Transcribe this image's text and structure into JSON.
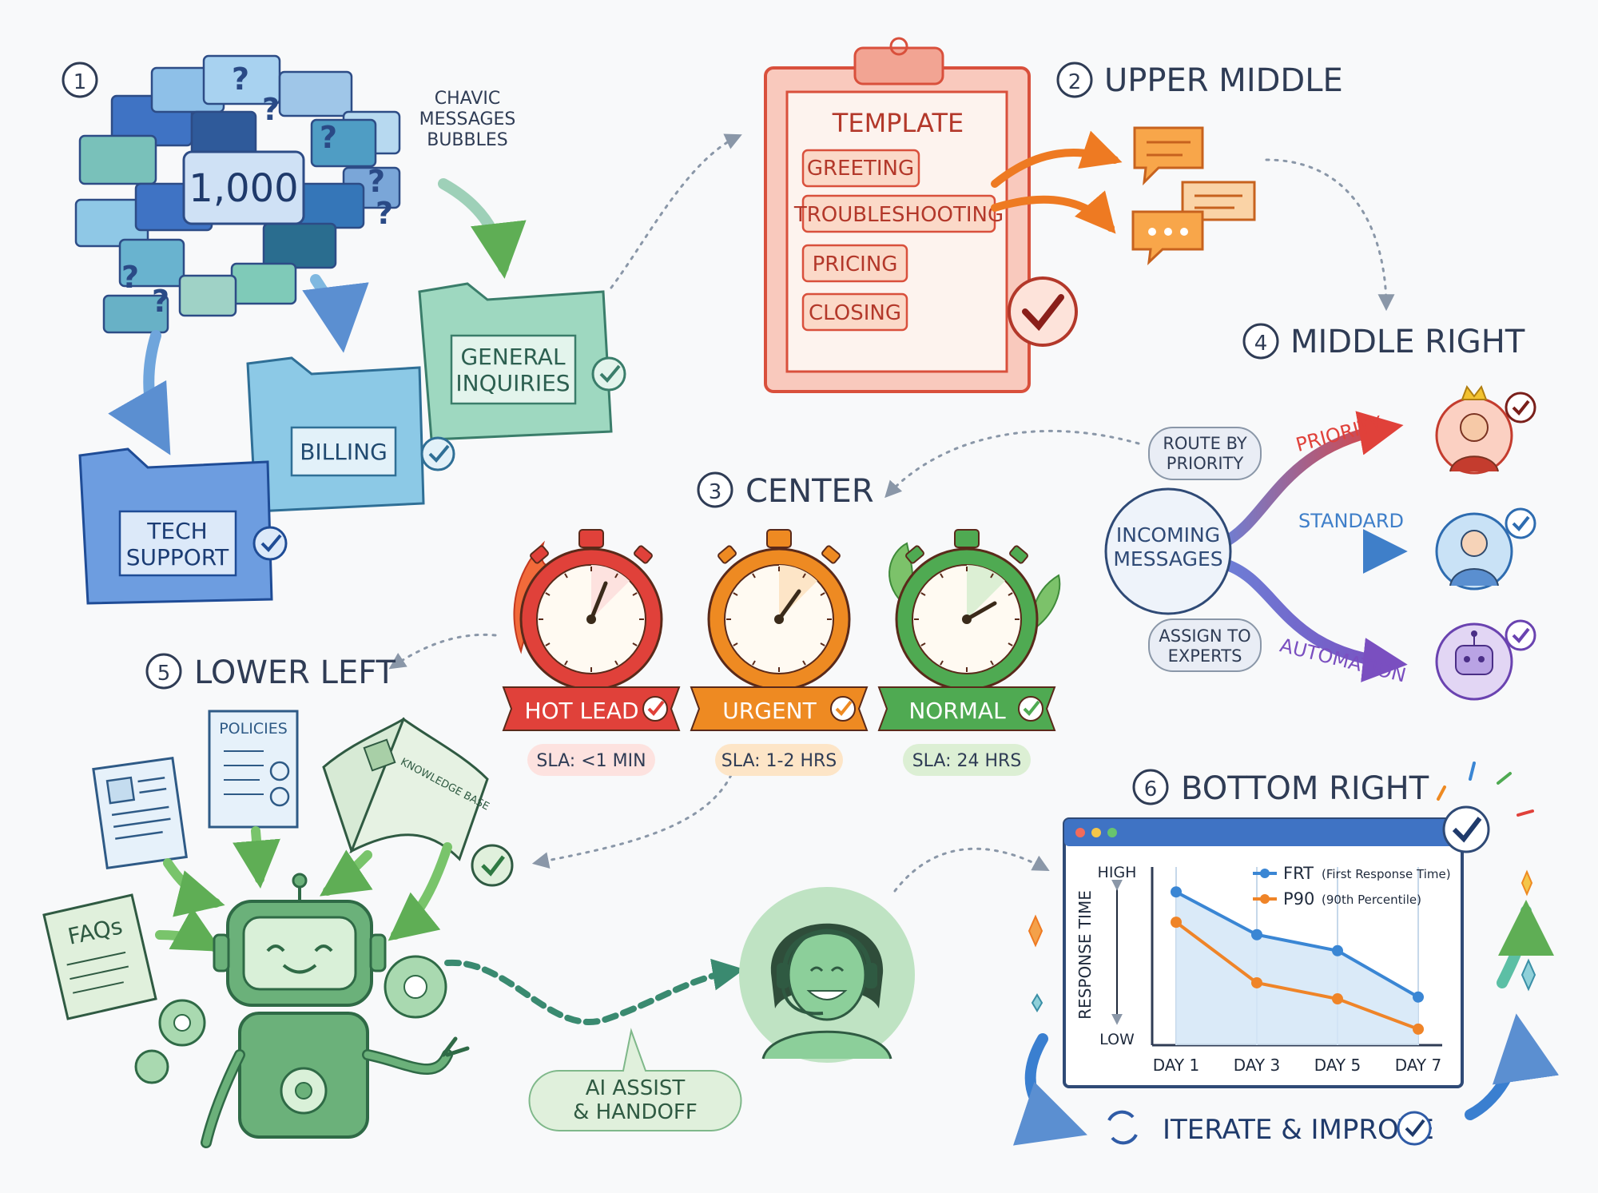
{
  "section1": {
    "number": "1",
    "chaos_label_lines": [
      "CHAVIC",
      "MESSAGES",
      "BUBBLES"
    ],
    "count_badge": "1,000",
    "folders": {
      "general_lines": [
        "GENERAL",
        "INQUIRIES"
      ],
      "billing": "BILLING",
      "tech_lines": [
        "TECH",
        "SUPPORT"
      ]
    }
  },
  "section2": {
    "number": "2",
    "title": "UPPER MIDDLE",
    "template_title": "TEMPLATE",
    "template_items": [
      "GREETING",
      "TROUBLESHOOTING",
      "PRICING",
      "CLOSING"
    ]
  },
  "section3": {
    "number": "3",
    "title": "CENTER",
    "timers": [
      {
        "label": "HOT LEAD",
        "sla": "SLA: <1 MIN",
        "color": "#e0413a",
        "light": "#fde2df"
      },
      {
        "label": "URGENT",
        "sla": "SLA: 1-2 HRS",
        "color": "#ee8a22",
        "light": "#fde5c7"
      },
      {
        "label": "NORMAL",
        "sla": "SLA: 24 HRS",
        "color": "#4faa52",
        "light": "#dcefd4"
      }
    ]
  },
  "section4": {
    "number": "4",
    "title": "MIDDLE RIGHT",
    "hub_lines": [
      "INCOMING",
      "MESSAGES"
    ],
    "route_label_lines": [
      "ROUTE BY",
      "PRIORITY"
    ],
    "assign_label_lines": [
      "ASSIGN TO",
      "EXPERTS"
    ],
    "routes": [
      {
        "label": "PRIORITY",
        "color": "#e0413a"
      },
      {
        "label": "STANDARD",
        "color": "#3f7fc9"
      },
      {
        "label": "AUTOMATION",
        "color": "#7a4fc0"
      }
    ]
  },
  "section5": {
    "number": "5",
    "title": "LOWER LEFT",
    "sources": [
      "POLICIES",
      "KNOWLEDGE BASE",
      "FAQs"
    ],
    "handoff_lines": [
      "AI ASSIST",
      "& HANDOFF"
    ]
  },
  "section6": {
    "number": "6",
    "title": "BOTTOM RIGHT",
    "footer": "ITERATE & IMPROVE"
  },
  "chart_data": {
    "type": "line",
    "ylabel": "RESPONSE TIME",
    "y_high_label": "HIGH",
    "y_low_label": "LOW",
    "categories": [
      "DAY 1",
      "DAY 3",
      "DAY 5",
      "DAY 7"
    ],
    "ylim": [
      0,
      10
    ],
    "series": [
      {
        "name": "FRT",
        "legend_note": "(First Response Time)",
        "color": "#3a86d4",
        "values": [
          8.6,
          6.2,
          5.3,
          2.7
        ]
      },
      {
        "name": "P90",
        "legend_note": "(90th Percentile)",
        "color": "#ef8428",
        "values": [
          6.9,
          3.5,
          2.6,
          0.9
        ]
      }
    ]
  }
}
